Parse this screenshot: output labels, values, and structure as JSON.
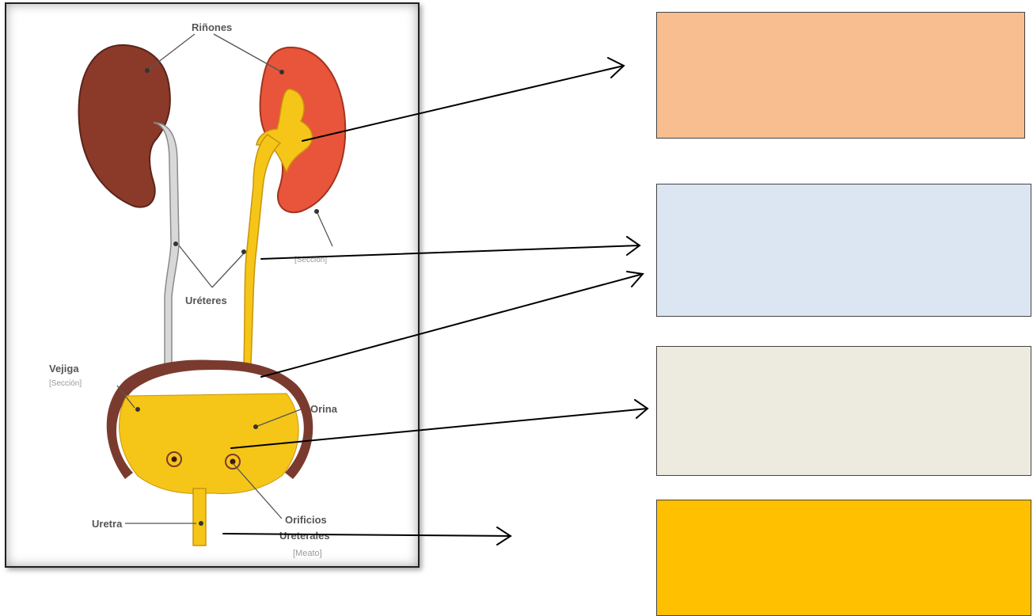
{
  "diagram": {
    "labels": {
      "rinones": "Riñones",
      "seccion_rinon": "[Sección]",
      "ureteres": "Uréteres",
      "vejiga": "Vejiga",
      "seccion_vejiga": "[Sección]",
      "orina": "Orina",
      "uretra": "Uretra",
      "orificios_line1": "Orificios",
      "orificios_line2": "Ureterales",
      "meato": "[Meato]"
    }
  },
  "answer_boxes": [
    {
      "color": "#f8be90"
    },
    {
      "color": "#dce6f2"
    },
    {
      "color": "#edeadf"
    },
    {
      "color": "#ffc000"
    }
  ],
  "colors": {
    "kidney_left": "#8b3a2a",
    "kidney_right": "#e8553a",
    "urine": "#f5c518",
    "ureter_left": "#d8d8d8",
    "bladder_wall": "#7a3b2e"
  }
}
